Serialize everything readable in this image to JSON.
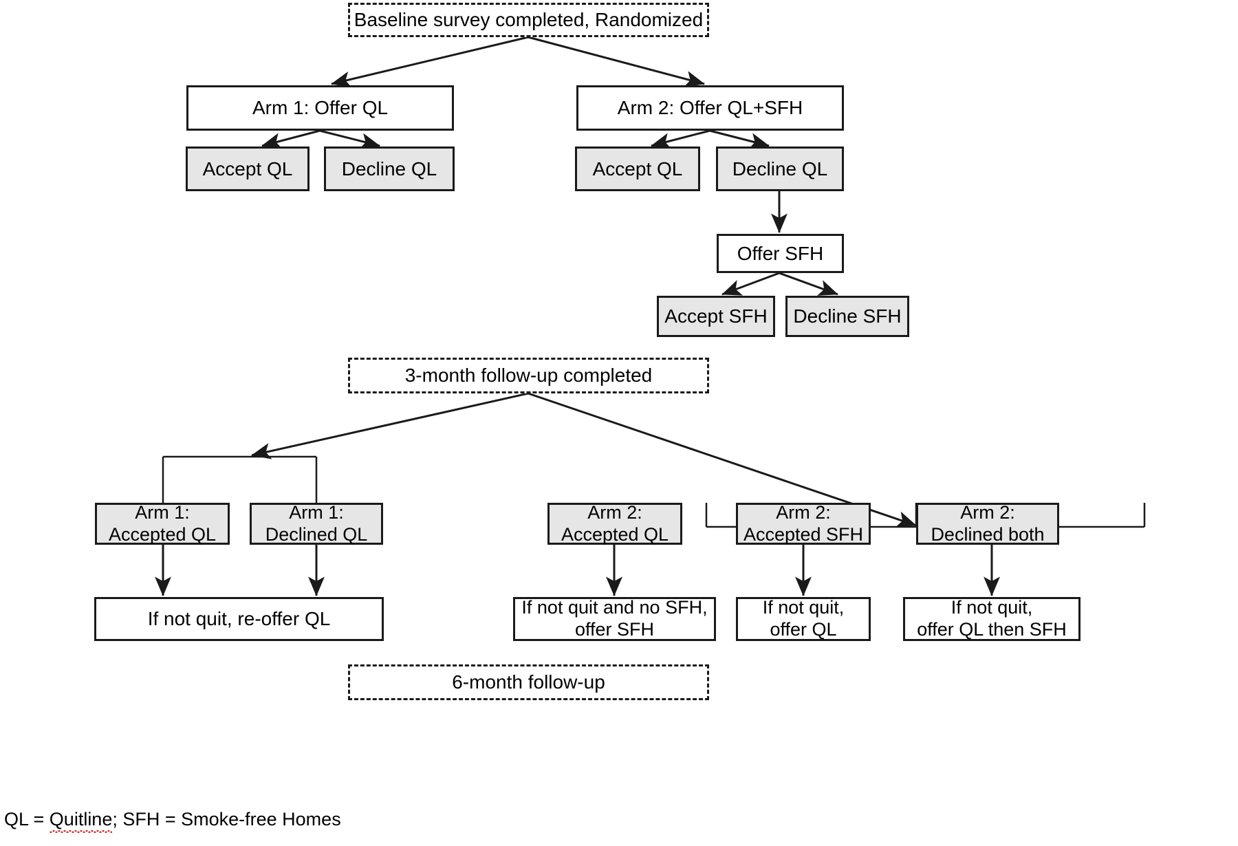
{
  "diagram": {
    "title_text": "Baseline survey completed, Randomized",
    "footnote": {
      "prefix": "QL = ",
      "term1": "Quitline",
      "middle": "; SFH = Smoke-free Homes"
    },
    "nodes": {
      "baseline": "Baseline survey completed, Randomized",
      "arm1_offer": "Arm 1: Offer QL",
      "arm2_offer": "Arm 2: Offer QL+SFH",
      "arm1_accept_ql": "Accept QL",
      "arm1_decline_ql": "Decline QL",
      "arm2_accept_ql": "Accept QL",
      "arm2_decline_ql": "Decline QL",
      "offer_sfh": "Offer SFH",
      "accept_sfh": "Accept SFH",
      "decline_sfh": "Decline SFH",
      "followup3": "3-month follow-up completed",
      "a1_accepted_ql_l1": "Arm 1:",
      "a1_accepted_ql_l2": "Accepted QL",
      "a1_declined_ql_l1": "Arm 1:",
      "a1_declined_ql_l2": "Declined QL",
      "a2_accepted_ql_l1": "Arm 2:",
      "a2_accepted_ql_l2": "Accepted QL",
      "a2_accepted_sfh_l1": "Arm 2:",
      "a2_accepted_sfh_l2": "Accepted SFH",
      "a2_declined_both_l1": "Arm 2:",
      "a2_declined_both_l2": "Declined both",
      "out_arm1": "If not quit, re-offer QL",
      "out_a2_ql_l1": "If not quit and no SFH,",
      "out_a2_ql_l2": "offer SFH",
      "out_a2_sfh_l1": "If not quit,",
      "out_a2_sfh_l2": "offer QL",
      "out_a2_both_l1": "If not quit,",
      "out_a2_both_l2": "offer QL then SFH",
      "followup6": "6-month follow-up"
    },
    "colors": {
      "stroke": "#1a1a1a",
      "grey_fill": "#e6e6e6",
      "white_fill": "#ffffff",
      "text": "#000000",
      "spellcheck_underline": "#d03030"
    }
  }
}
